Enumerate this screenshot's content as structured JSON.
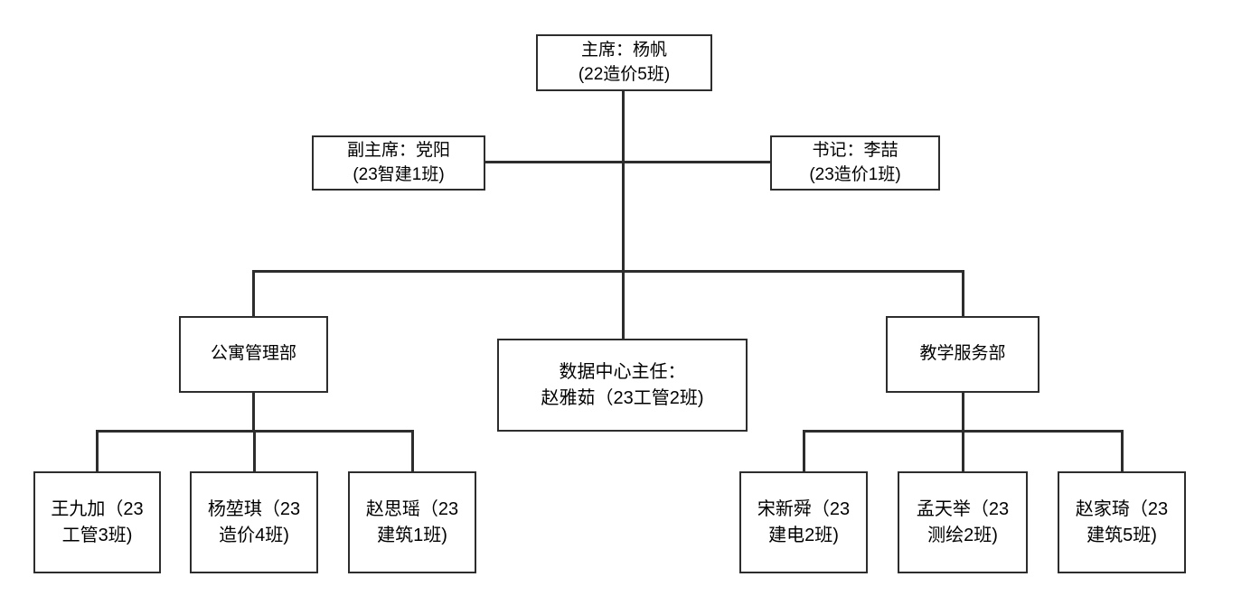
{
  "colors": {
    "line": "#2d2d2d",
    "box_border": "#2d2d2d",
    "text": "#000000",
    "background": "#ffffff"
  },
  "org_chart": {
    "type": "organization-chart",
    "chairman": {
      "lines": [
        "主席：杨帆",
        "(22造价5班)"
      ]
    },
    "vice_chairman": {
      "lines": [
        "副主席：党阳",
        "(23智建1班)"
      ]
    },
    "secretary": {
      "lines": [
        "书记：李喆",
        "(23造价1班)"
      ]
    },
    "apartment_dept": {
      "lines": [
        "公寓管理部"
      ]
    },
    "data_center_director": {
      "lines": [
        "数据中心主任：",
        "赵雅茹（23工管2班)"
      ]
    },
    "teaching_dept": {
      "lines": [
        "教学服务部"
      ]
    },
    "member_wang_jiujia": {
      "lines": [
        "王九加（23",
        "工管3班)"
      ]
    },
    "member_yang_kunqi": {
      "lines": [
        "杨堃琪（23",
        "造价4班)"
      ]
    },
    "member_zhao_siyao": {
      "lines": [
        "赵思瑶（23",
        "建筑1班)"
      ]
    },
    "member_song_xinshun": {
      "lines": [
        "宋新舜（23",
        "建电2班)"
      ]
    },
    "member_meng_tianju": {
      "lines": [
        "孟天举（23",
        "测绘2班)"
      ]
    },
    "member_zhao_jiaqi": {
      "lines": [
        "赵家琦（23",
        "建筑5班)"
      ]
    }
  }
}
